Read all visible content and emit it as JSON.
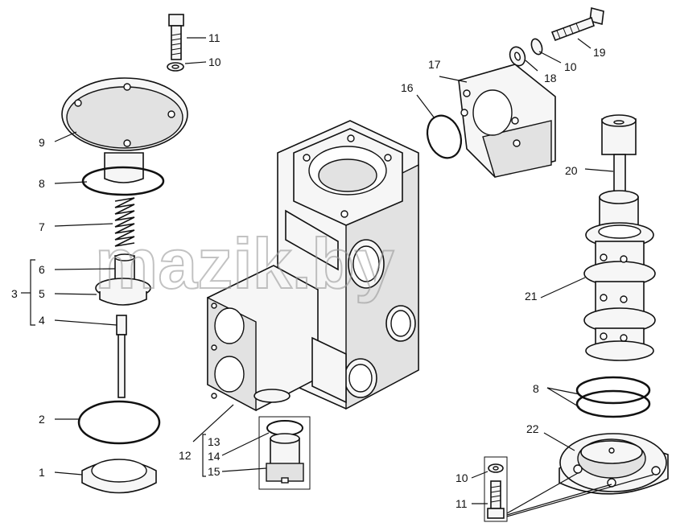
{
  "watermark": "mazik.by",
  "labels": {
    "l1": "1",
    "l2": "2",
    "l3": "3",
    "l4": "4",
    "l5": "5",
    "l6": "6",
    "l7": "7",
    "l8a": "8",
    "l8b": "8",
    "l9": "9",
    "l10a": "10",
    "l10b": "10",
    "l10c": "10",
    "l11a": "11",
    "l11b": "11",
    "l12": "12",
    "l13": "13",
    "l14": "14",
    "l15": "15",
    "l16": "16",
    "l17": "17",
    "l18": "18",
    "l19": "19",
    "l20": "20",
    "l21": "21",
    "l22": "22"
  }
}
